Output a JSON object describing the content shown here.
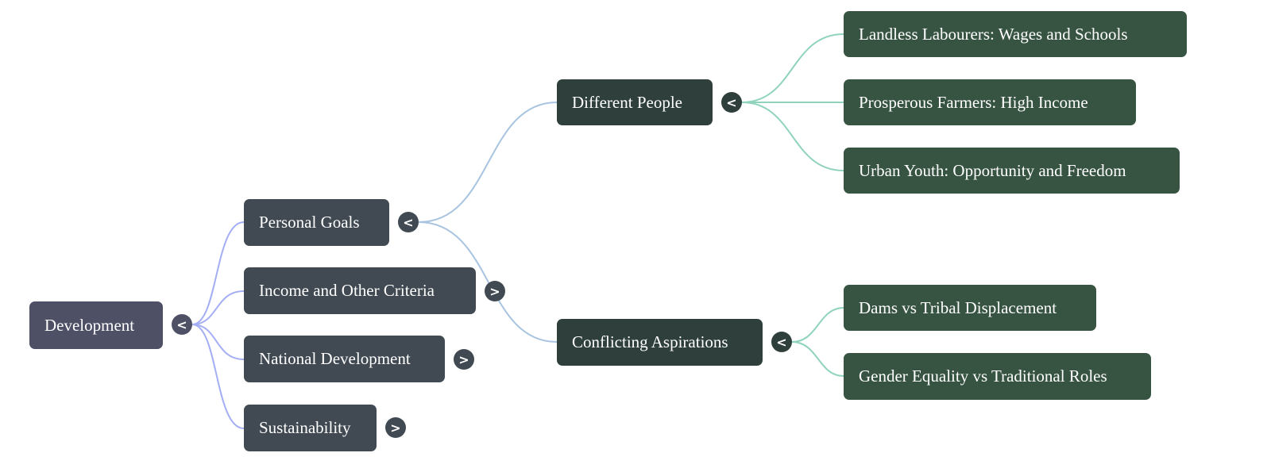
{
  "mindmap": {
    "root": {
      "label": "Development",
      "toggle": "<",
      "children": [
        {
          "label": "Personal Goals",
          "toggle": "<",
          "children": [
            {
              "label": "Different People",
              "toggle": "<",
              "children": [
                {
                  "label": "Landless Labourers: Wages and Schools"
                },
                {
                  "label": "Prosperous Farmers: High Income"
                },
                {
                  "label": "Urban Youth: Opportunity and Freedom"
                }
              ]
            },
            {
              "label": "Conflicting Aspirations",
              "toggle": "<",
              "children": [
                {
                  "label": "Dams vs Tribal Displacement"
                },
                {
                  "label": "Gender Equality vs Traditional Roles"
                }
              ]
            }
          ]
        },
        {
          "label": "Income and Other Criteria",
          "toggle": ">"
        },
        {
          "label": "National Development",
          "toggle": ">"
        },
        {
          "label": "Sustainability",
          "toggle": ">"
        }
      ]
    }
  },
  "colors": {
    "edge_level1": "#a3aef5",
    "edge_level2": "#a8c4e0",
    "edge_level3": "#8fd3bd"
  }
}
